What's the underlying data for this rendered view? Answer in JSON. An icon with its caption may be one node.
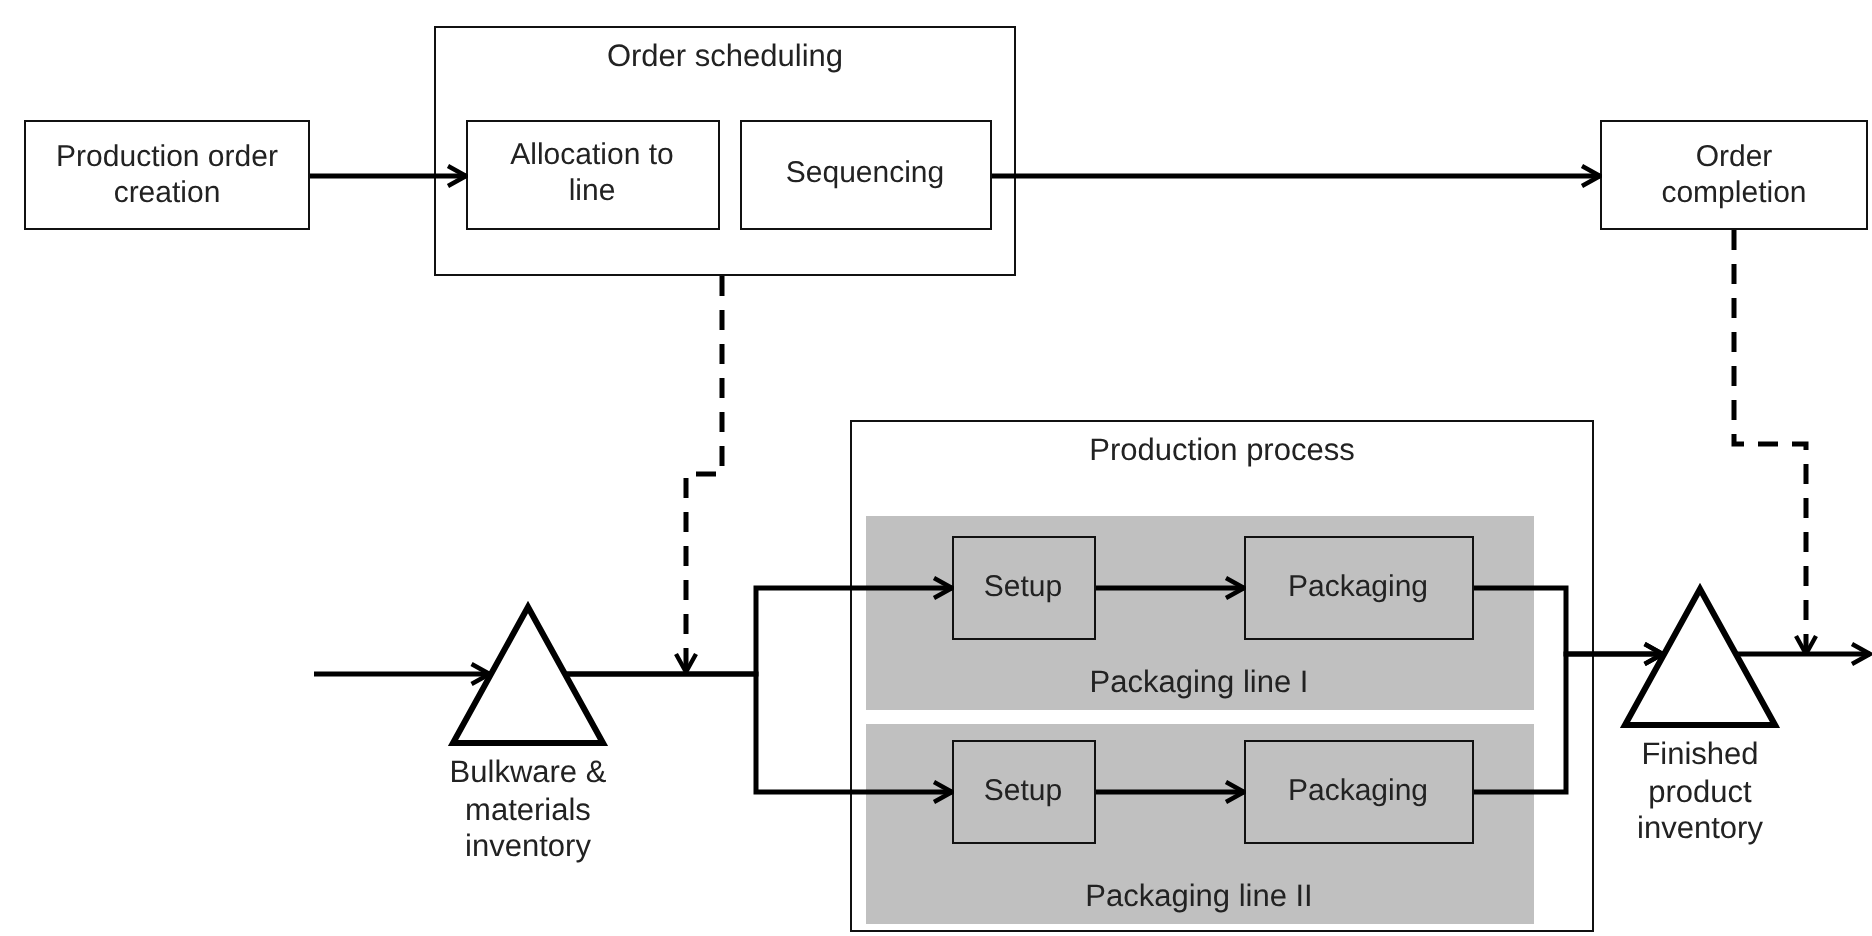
{
  "diagram": {
    "nodes": [
      {
        "text": [
          "Production order creation"
        ]
      },
      {
        "text": [
          "Order scheduling"
        ]
      },
      {
        "text": [
          "Allocation to line"
        ],
        "in": 1
      },
      {
        "text": [
          "Sequencing"
        ],
        "in": 1
      },
      {
        "text": [
          "Order completion"
        ]
      },
      {
        "text": [],
        "shape": "triangle",
        "beside": [
          "Bulkware & materials inventory"
        ]
      },
      {
        "text": [
          "Production process"
        ]
      },
      {
        "text": [
          "Packaging line I"
        ],
        "in": 6
      },
      {
        "text": [
          "Setup"
        ],
        "in": 7
      },
      {
        "text": [
          "Packaging"
        ],
        "in": 7
      },
      {
        "text": [
          "Packaging line II"
        ],
        "in": 6
      },
      {
        "text": [
          "Setup"
        ],
        "in": 10
      },
      {
        "text": [
          "Packaging"
        ],
        "in": 10
      },
      {
        "text": [],
        "shape": "triangle",
        "beside": [
          "Finished product inventory"
        ]
      }
    ],
    "edges": [
      {
        "from": null,
        "to": 5,
        "arrow": "to"
      },
      {
        "from": 0,
        "to": 2,
        "arrow": "to"
      },
      {
        "from": 3,
        "to": 4,
        "arrow": "to"
      },
      {
        "from": 5,
        "to": 8,
        "arrow": "to"
      },
      {
        "from": 5,
        "to": 11,
        "arrow": "to"
      },
      {
        "from": 8,
        "to": 9,
        "arrow": "to"
      },
      {
        "from": 11,
        "to": 12,
        "arrow": "to"
      },
      {
        "from": 9,
        "to": 13,
        "arrow": "to"
      },
      {
        "from": 12,
        "to": 13,
        "arrow": "to"
      },
      {
        "from": 13,
        "to": null,
        "arrow": "to"
      },
      {
        "from": 1,
        "to": null,
        "arrow": "to",
        "style": "dashed"
      },
      {
        "from": 4,
        "to": null,
        "arrow": "to",
        "style": "dashed"
      }
    ]
  }
}
